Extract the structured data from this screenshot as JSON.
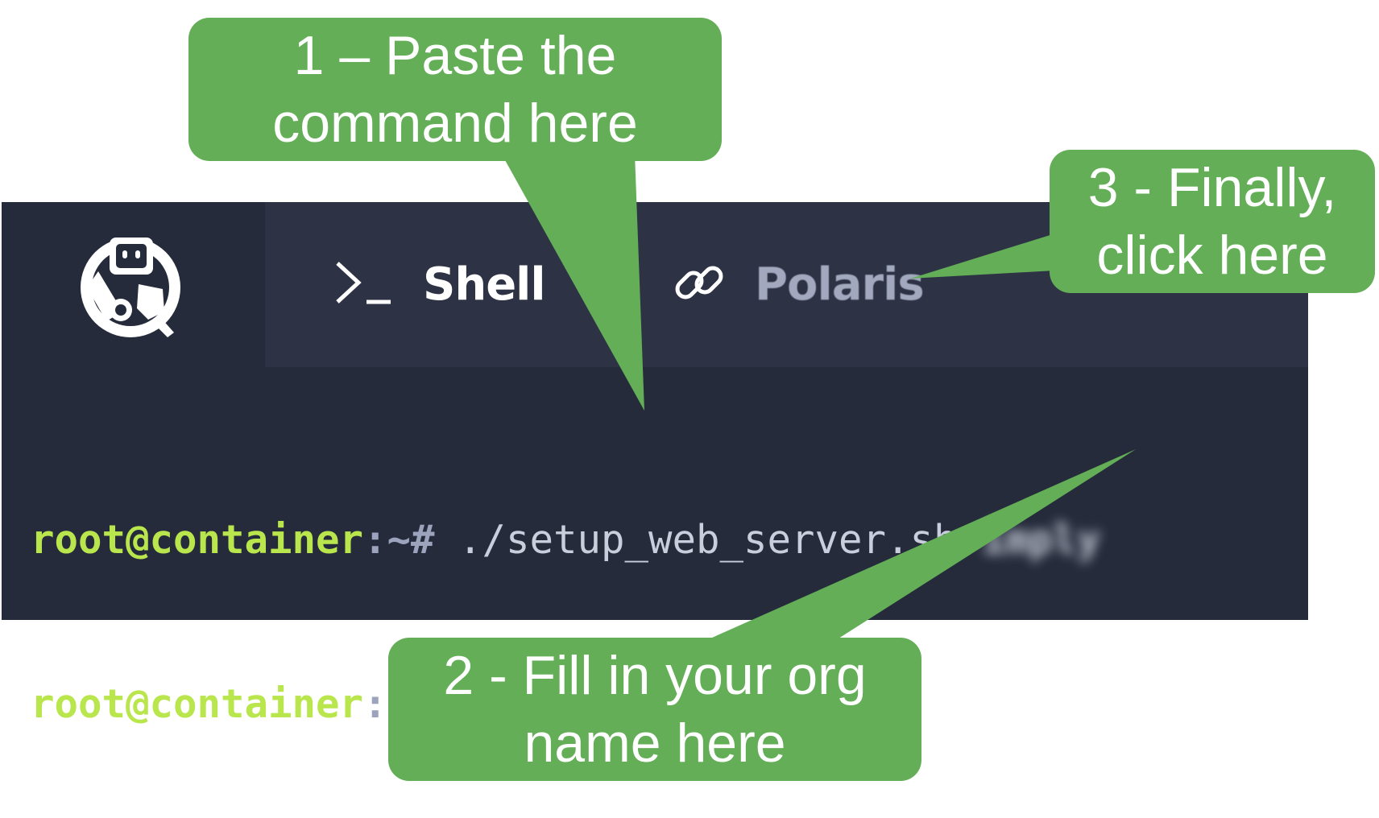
{
  "tabs": {
    "logo_icon": "robot-logo-icon",
    "shell": {
      "icon": "terminal-prompt-icon",
      "label": "Shell"
    },
    "polaris": {
      "icon": "link-icon",
      "label": "Polaris"
    }
  },
  "terminal": {
    "lines": [
      {
        "user_host": "root@container",
        "path_prompt": ":~#",
        "command": "./setup_web_server.sh",
        "argument": "imply"
      },
      {
        "user_host": "root@container",
        "path_prompt": ":~#"
      }
    ]
  },
  "callouts": {
    "step1": {
      "line1": "1 – Paste the",
      "line2": "command here"
    },
    "step2": {
      "line1": "2 - Fill in your org",
      "line2": "name here"
    },
    "step3": {
      "line1": "3 - Finally,",
      "line2": "click here"
    }
  },
  "colors": {
    "callout_green": "#63ae57",
    "terminal_bg": "#262b3b",
    "tabbar_bg": "#2d3244",
    "prompt_green": "#b9e64c",
    "cursor": "#b8c0d8"
  }
}
